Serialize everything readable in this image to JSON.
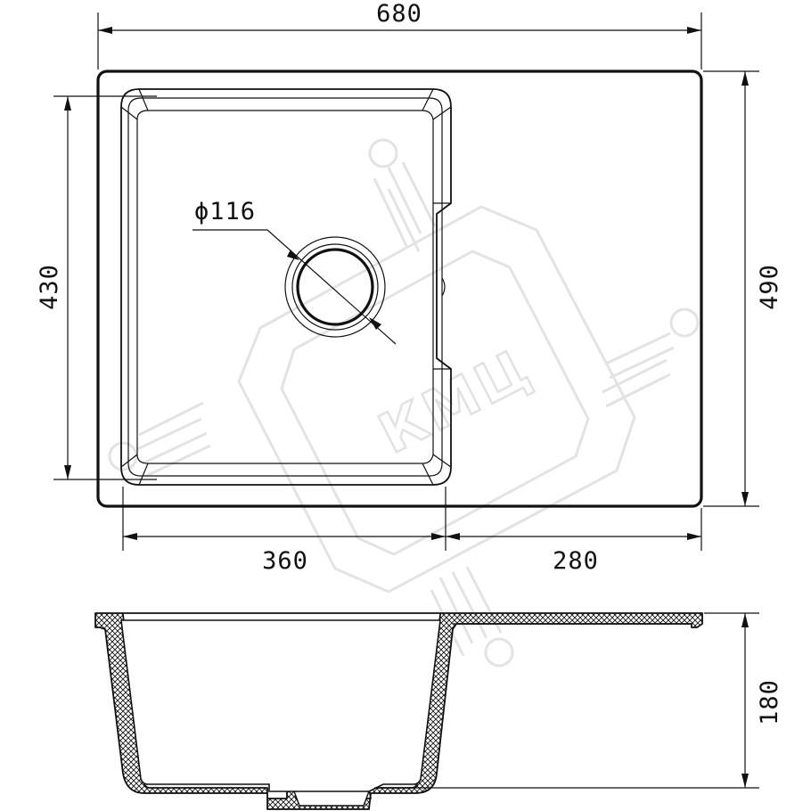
{
  "drawing": {
    "dimensions": {
      "overall_width": "680",
      "overall_depth": "490",
      "bowl_depth": "430",
      "bowl_width": "360",
      "drainboard_width": "280",
      "drain_diameter": "ϕ116",
      "height": "180"
    },
    "watermark": {
      "text": "КМЦ"
    },
    "colors": {
      "line": "#111111",
      "watermark": "#e3e3e3",
      "background": "#ffffff"
    }
  }
}
